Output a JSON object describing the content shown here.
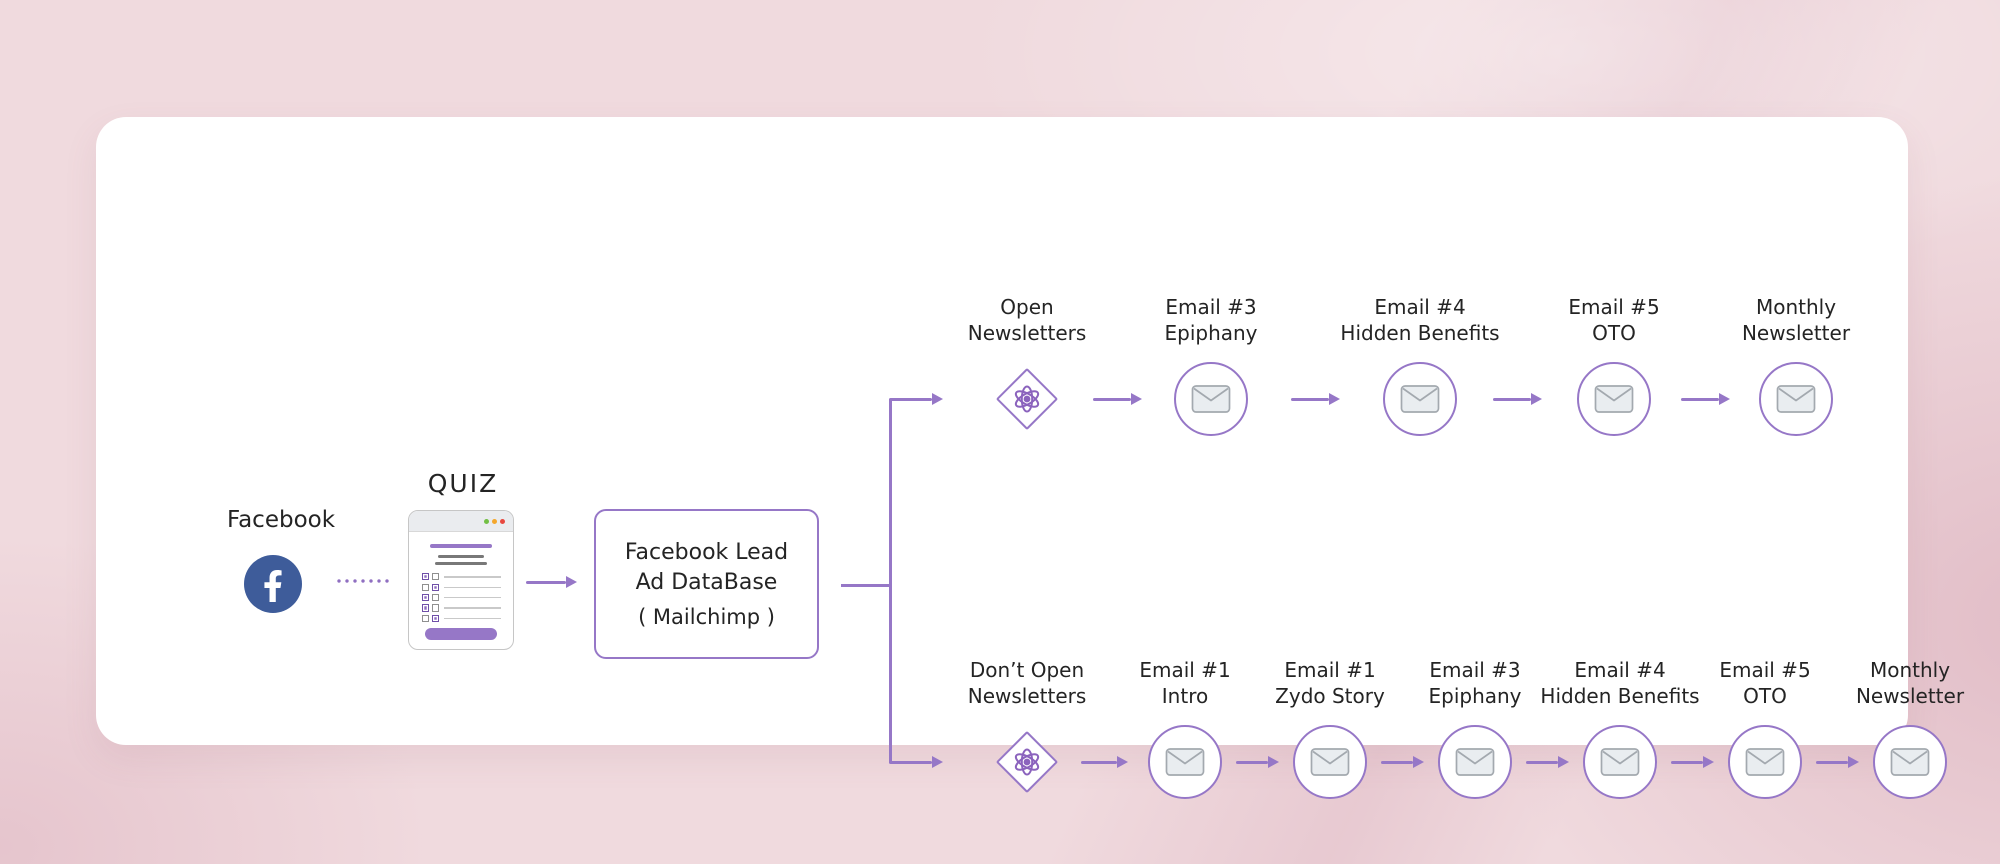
{
  "colors": {
    "background_pink": "#f0dade",
    "card_white": "#ffffff",
    "accent_purple": "#9677c7",
    "facebook_blue": "#3e5c9a",
    "text_dark": "#242424",
    "envelope_fill": "#e9edf0",
    "envelope_stroke": "#a3a9af",
    "traffic_green": "#72bf44",
    "traffic_yellow": "#f4a72c",
    "traffic_red": "#e8483f"
  },
  "flow": {
    "source": {
      "label": "Facebook",
      "icon": "facebook-icon"
    },
    "quiz": {
      "label": "QUIZ",
      "icon": "browser-window-mockup"
    },
    "database": {
      "line1": "Facebook Lead",
      "line2": "Ad DataBase",
      "line3": "( Mailchimp )"
    }
  },
  "branches": [
    {
      "condition": {
        "line1": "Open",
        "line2": "Newsletters",
        "icon": "atom-icon"
      },
      "steps": [
        {
          "line1": "Email #3",
          "line2": "Epiphany",
          "icon": "email-icon"
        },
        {
          "line1": "Email #4",
          "line2": "Hidden Benefits",
          "icon": "email-icon"
        },
        {
          "line1": "Email #5",
          "line2": "OTO",
          "icon": "email-icon"
        },
        {
          "line1": "Monthly",
          "line2": "Newsletter",
          "icon": "email-icon"
        }
      ]
    },
    {
      "condition": {
        "line1": "Don’t Open",
        "line2": "Newsletters",
        "icon": "atom-icon"
      },
      "steps": [
        {
          "line1": "Email #1",
          "line2": "Intro",
          "icon": "email-icon"
        },
        {
          "line1": "Email #1",
          "line2": "Zydo Story",
          "icon": "email-icon"
        },
        {
          "line1": "Email #3",
          "line2": "Epiphany",
          "icon": "email-icon"
        },
        {
          "line1": "Email #4",
          "line2": "Hidden Benefits",
          "icon": "email-icon"
        },
        {
          "line1": "Email #5",
          "line2": "OTO",
          "icon": "email-icon"
        },
        {
          "line1": "Monthly",
          "line2": "Newsletter",
          "icon": "email-icon"
        }
      ]
    }
  ]
}
